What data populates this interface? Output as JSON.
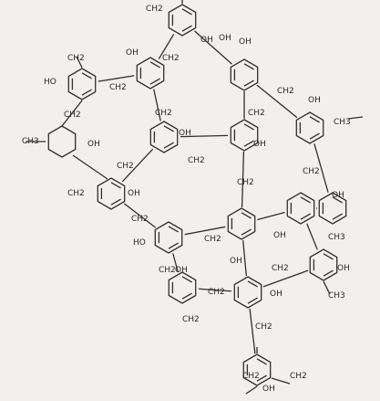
{
  "labels": {
    "ch2": "CH2",
    "oh": "OH",
    "ho": "HO",
    "ch3": "CH3"
  },
  "colors": {
    "ink": "#2f2f2f",
    "paper": "#f1f0ee"
  }
}
